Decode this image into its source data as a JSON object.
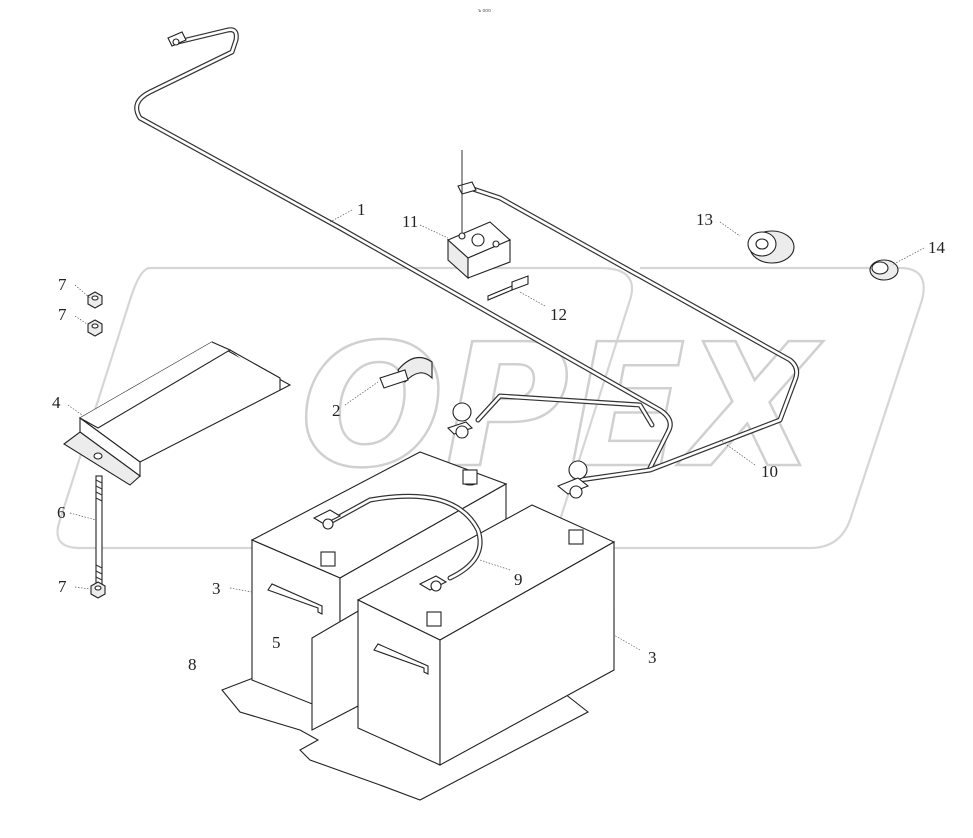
{
  "header": {
    "mark": "ъ ооо"
  },
  "watermark": {
    "text": "OPEX"
  },
  "callouts": [
    {
      "id": "c1",
      "label": "1"
    },
    {
      "id": "c2",
      "label": "2"
    },
    {
      "id": "c3a",
      "label": "3"
    },
    {
      "id": "c3b",
      "label": "3"
    },
    {
      "id": "c4",
      "label": "4"
    },
    {
      "id": "c5",
      "label": "5"
    },
    {
      "id": "c6",
      "label": "6"
    },
    {
      "id": "c7a",
      "label": "7"
    },
    {
      "id": "c7b",
      "label": "7"
    },
    {
      "id": "c7c",
      "label": "7"
    },
    {
      "id": "c8",
      "label": "8"
    },
    {
      "id": "c9",
      "label": "9"
    },
    {
      "id": "c10",
      "label": "10"
    },
    {
      "id": "c11",
      "label": "11"
    },
    {
      "id": "c12",
      "label": "12"
    },
    {
      "id": "c13",
      "label": "13"
    },
    {
      "id": "c14",
      "label": "14"
    }
  ]
}
